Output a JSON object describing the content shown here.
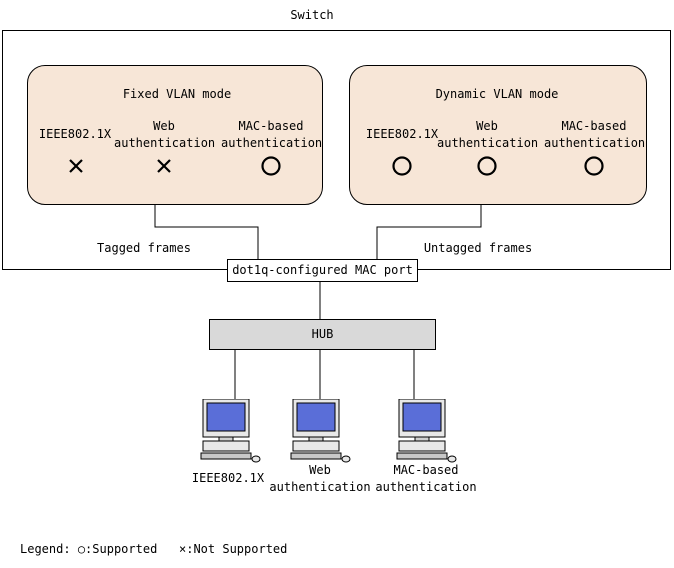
{
  "switch": {
    "title": "Switch"
  },
  "fixed_mode": {
    "title": "Fixed VLAN mode",
    "ieee": "IEEE802.1X",
    "web_1": "Web",
    "web_2": "authentication",
    "mac_1": "MAC-based",
    "mac_2": "authentication",
    "ieee_mark": "not-supported-icon",
    "web_mark": "not-supported-icon",
    "mac_mark": "supported-icon"
  },
  "dynamic_mode": {
    "title": "Dynamic VLAN mode",
    "ieee": "IEEE802.1X",
    "web_1": "Web",
    "web_2": "authentication",
    "mac_1": "MAC-based",
    "mac_2": "authentication",
    "ieee_mark": "supported-icon",
    "web_mark": "supported-icon",
    "mac_mark": "supported-icon"
  },
  "links": {
    "tagged": "Tagged frames",
    "untagged": "Untagged frames"
  },
  "port": {
    "label": "dot1q-configured MAC port"
  },
  "hub": {
    "label": "HUB"
  },
  "terminals": [
    {
      "line1": "IEEE802.1X",
      "line2": ""
    },
    {
      "line1": "Web",
      "line2": "authentication"
    },
    {
      "line1": "MAC-based",
      "line2": "authentication"
    }
  ],
  "legend": {
    "prefix": "Legend:",
    "supported_symbol": "○",
    "supported_text": ":Supported",
    "not_supported_symbol": "×",
    "not_supported_text": ":Not Supported"
  },
  "colors": {
    "mode_fill": "#f7e6d7",
    "hub_fill": "#d9d9d9",
    "screen": "#5a6ed8"
  }
}
